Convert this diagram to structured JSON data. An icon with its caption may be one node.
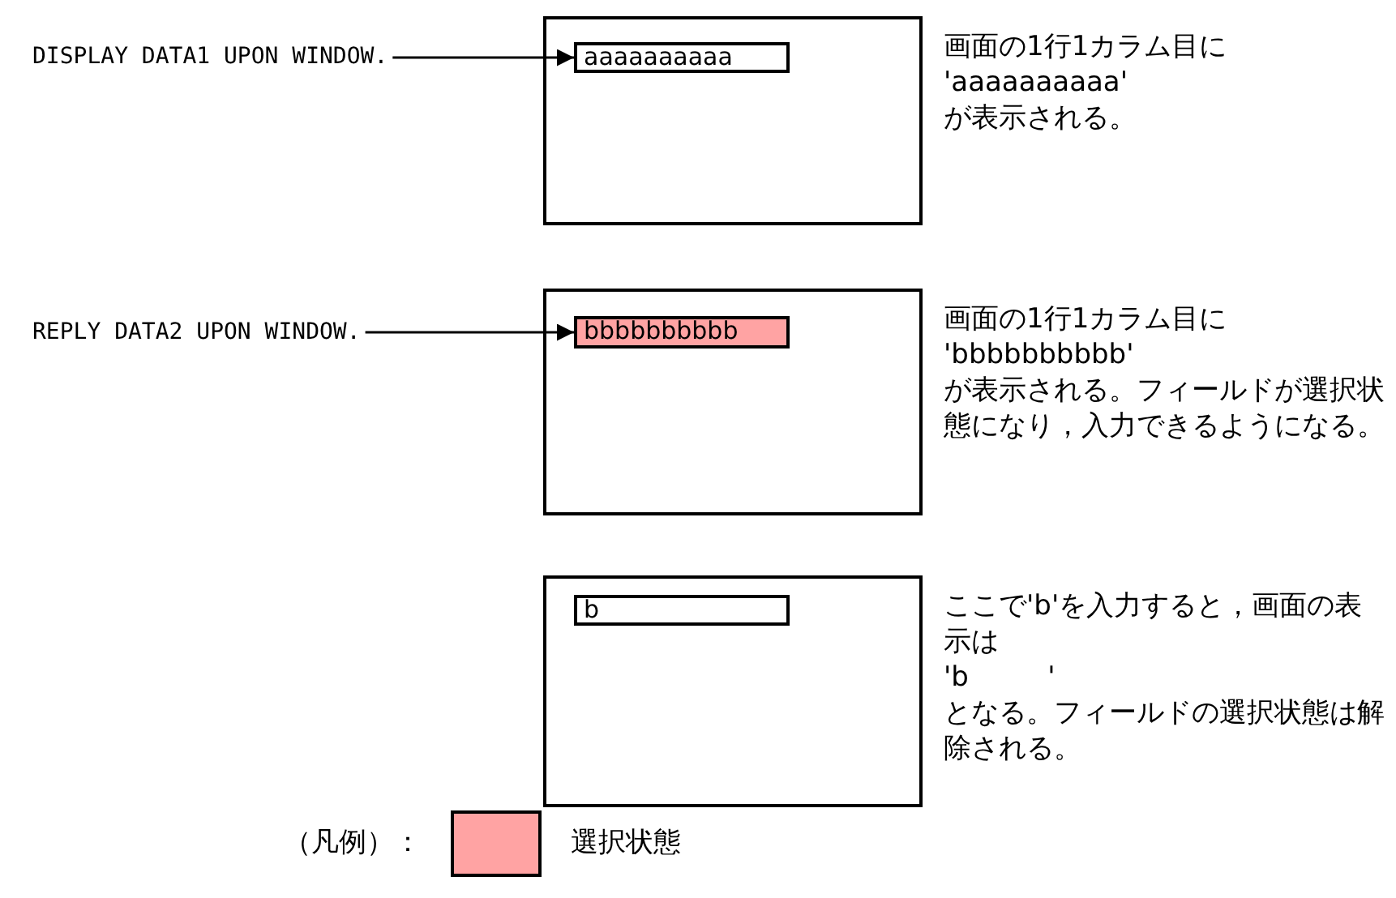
{
  "diagram": {
    "nodes": [
      {
        "text": [
          "DISPLAY DATA1 UPON WINDOW."
        ]
      },
      {
        "text": [],
        "shape": "box",
        "beside": [
          "画面の1行1カラム目に",
          "'aaaaaaaaaa'",
          "が表示される。"
        ]
      },
      {
        "text": [
          "aaaaaaaaaa"
        ],
        "in": 1
      },
      {
        "text": [
          "REPLY DATA2 UPON WINDOW."
        ]
      },
      {
        "text": [],
        "shape": "box",
        "beside": [
          "画面の1行1カラム目に",
          "'bbbbbbbbbb'",
          "が表示される。フィールドが選択状態になり，入力できるようになる。"
        ]
      },
      {
        "text": [
          "bbbbbbbbbb"
        ],
        "in": 4
      },
      {
        "text": [],
        "shape": "box",
        "beside": [
          "ここで'b'を入力すると，画面の表示は",
          "'b         '",
          "となる。フィールドの選択状態は解除される。"
        ]
      },
      {
        "text": [
          "b"
        ],
        "in": 6
      }
    ],
    "edges": [
      {
        "from": 0,
        "to": 2,
        "arrow": "to"
      },
      {
        "from": 3,
        "to": 5,
        "arrow": "to"
      }
    ],
    "labels": [
      "（凡例）："
    ],
    "legend": [
      {
        "text": "選択状態",
        "color": "#ffa3a3"
      }
    ]
  }
}
